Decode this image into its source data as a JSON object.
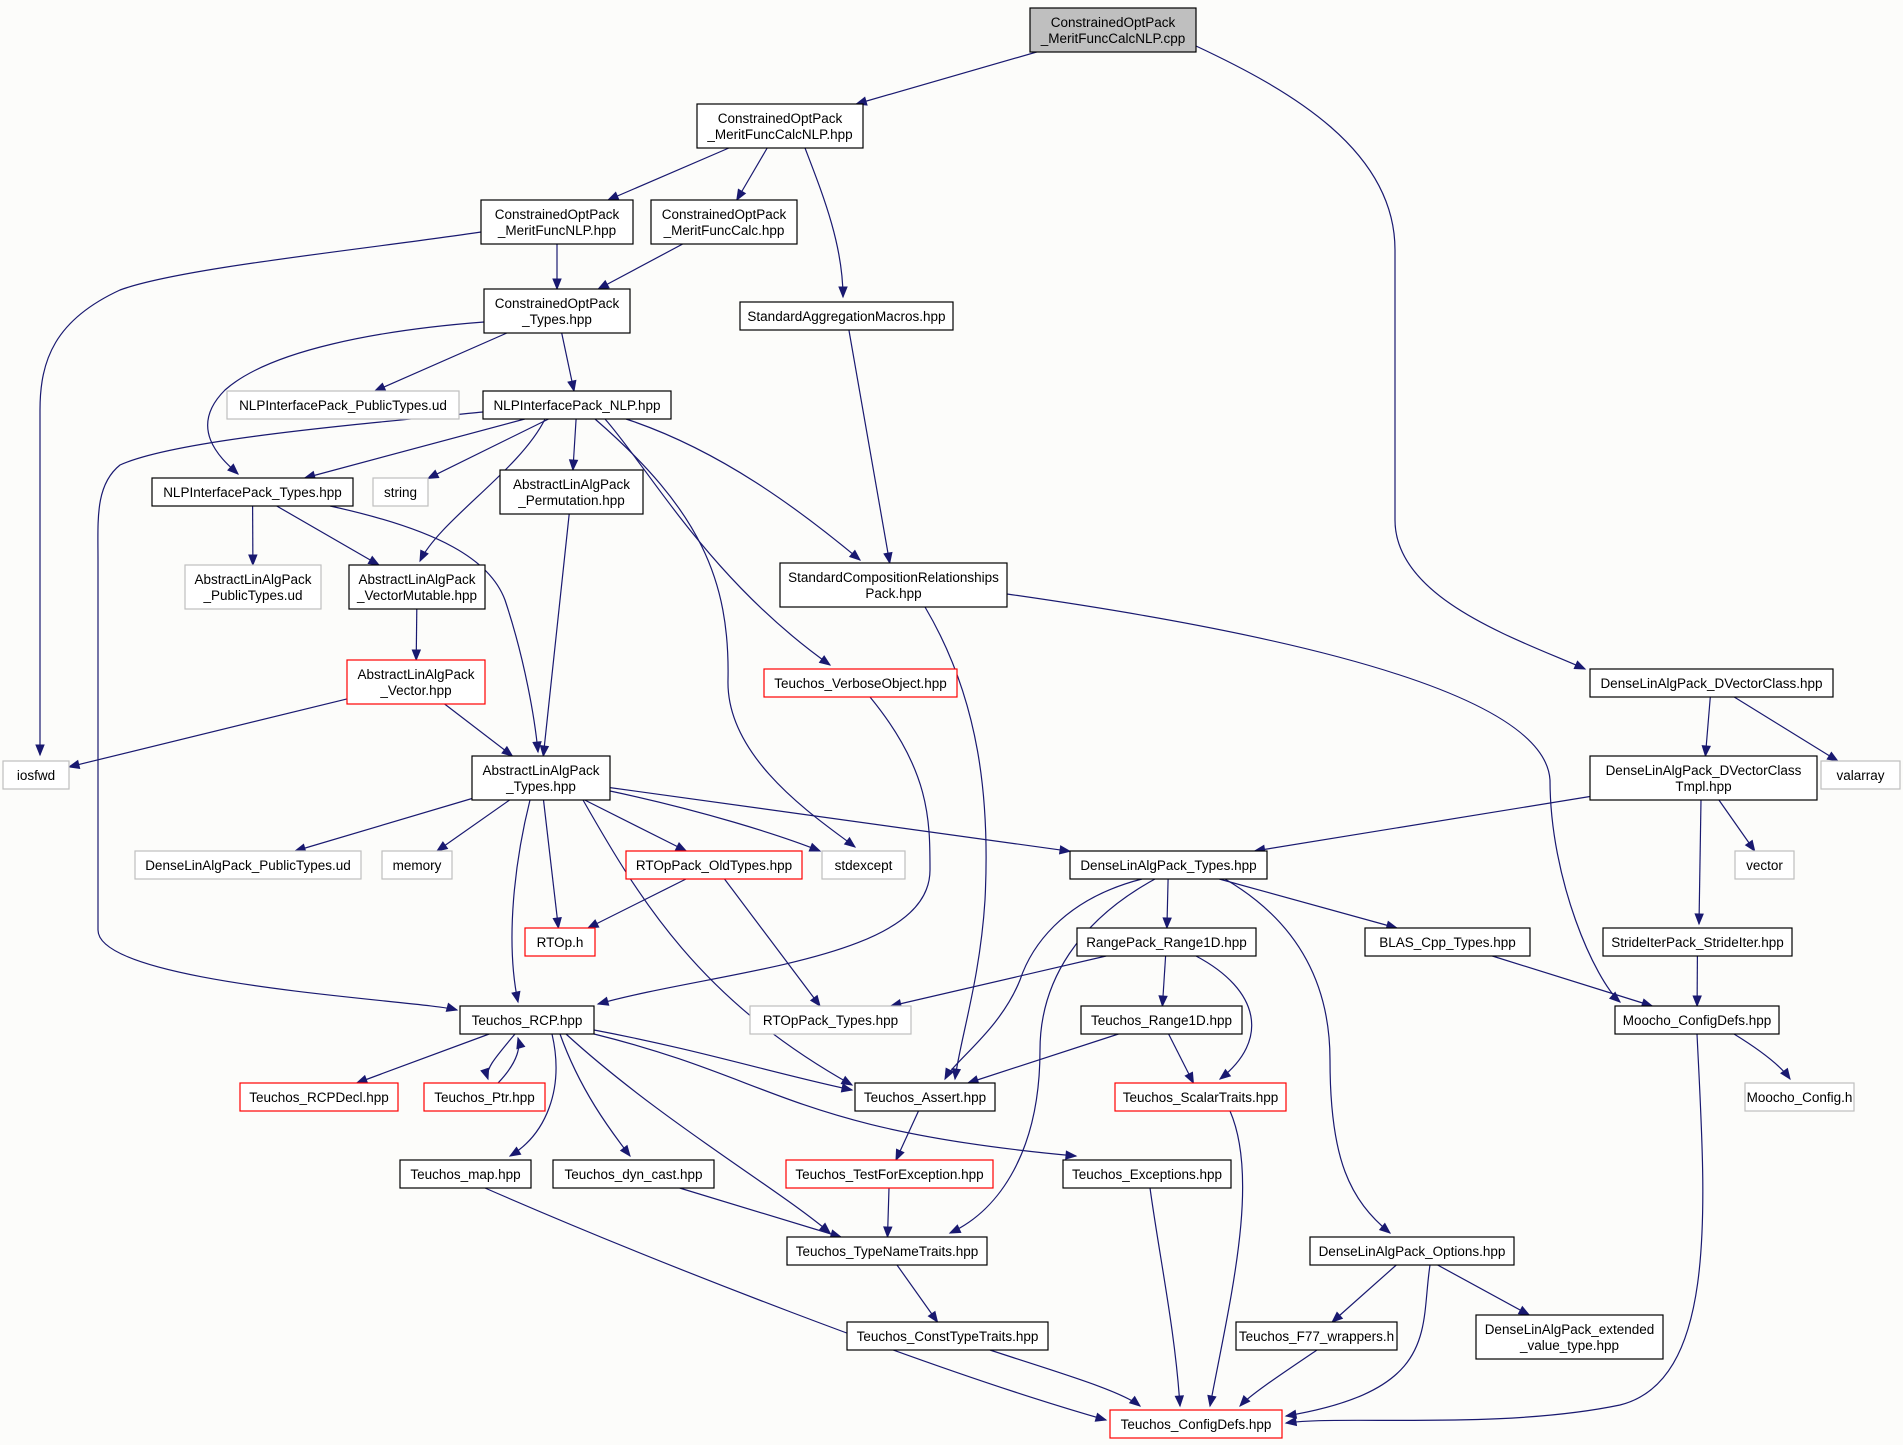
{
  "diagram": {
    "colors": {
      "background": "#fcfcfa",
      "edge": "#191970",
      "node_normal_border": "#000000",
      "node_truncated_border": "#ff0000",
      "node_undocumented_border": "#bfbfbf",
      "node_root_fill": "#bfbfbf",
      "node_fill": "#ffffff"
    },
    "nodes": [
      {
        "id": "root",
        "lines": [
          "ConstrainedOptPack",
          "_MeritFuncCalcNLP.cpp"
        ],
        "style": "root"
      },
      {
        "id": "mfcnlp",
        "lines": [
          "ConstrainedOptPack",
          "_MeritFuncCalcNLP.hpp"
        ],
        "style": "normal"
      },
      {
        "id": "mfnlp",
        "lines": [
          "ConstrainedOptPack",
          "_MeritFuncNLP.hpp"
        ],
        "style": "normal"
      },
      {
        "id": "mfc",
        "lines": [
          "ConstrainedOptPack",
          "_MeritFuncCalc.hpp"
        ],
        "style": "normal"
      },
      {
        "id": "cotypes",
        "lines": [
          "ConstrainedOptPack",
          "_Types.hpp"
        ],
        "style": "normal"
      },
      {
        "id": "sam",
        "lines": [
          "StandardAggregationMacros.hpp"
        ],
        "style": "normal"
      },
      {
        "id": "nlpput",
        "lines": [
          "NLPInterfacePack_PublicTypes.ud"
        ],
        "style": "gray"
      },
      {
        "id": "nlpnlp",
        "lines": [
          "NLPInterfacePack_NLP.hpp"
        ],
        "style": "normal"
      },
      {
        "id": "nlptypes",
        "lines": [
          "NLPInterfacePack_Types.hpp"
        ],
        "style": "normal"
      },
      {
        "id": "string",
        "lines": [
          "string"
        ],
        "style": "gray"
      },
      {
        "id": "alaperm",
        "lines": [
          "AbstractLinAlgPack",
          "_Permutation.hpp"
        ],
        "style": "normal"
      },
      {
        "id": "scrp",
        "lines": [
          "StandardCompositionRelationships",
          "Pack.hpp"
        ],
        "style": "normal"
      },
      {
        "id": "alaput",
        "lines": [
          "AbstractLinAlgPack",
          "_PublicTypes.ud"
        ],
        "style": "gray"
      },
      {
        "id": "alavm",
        "lines": [
          "AbstractLinAlgPack",
          "_VectorMutable.hpp"
        ],
        "style": "normal"
      },
      {
        "id": "tvo",
        "lines": [
          "Teuchos_VerboseObject.hpp"
        ],
        "style": "red"
      },
      {
        "id": "dvc",
        "lines": [
          "DenseLinAlgPack_DVectorClass.hpp"
        ],
        "style": "normal"
      },
      {
        "id": "alavec",
        "lines": [
          "AbstractLinAlgPack",
          "_Vector.hpp"
        ],
        "style": "red"
      },
      {
        "id": "iosfwd",
        "lines": [
          "iosfwd"
        ],
        "style": "gray"
      },
      {
        "id": "alatypes",
        "lines": [
          "AbstractLinAlgPack",
          "_Types.hpp"
        ],
        "style": "normal"
      },
      {
        "id": "dvct",
        "lines": [
          "DenseLinAlgPack_DVectorClass",
          "Tmpl.hpp"
        ],
        "style": "normal"
      },
      {
        "id": "valarray",
        "lines": [
          "valarray"
        ],
        "style": "gray"
      },
      {
        "id": "dlaput",
        "lines": [
          "DenseLinAlgPack_PublicTypes.ud"
        ],
        "style": "gray"
      },
      {
        "id": "memory",
        "lines": [
          "memory"
        ],
        "style": "gray"
      },
      {
        "id": "rtopold",
        "lines": [
          "RTOpPack_OldTypes.hpp"
        ],
        "style": "red"
      },
      {
        "id": "stdexcept",
        "lines": [
          "stdexcept"
        ],
        "style": "gray"
      },
      {
        "id": "dlatypes",
        "lines": [
          "DenseLinAlgPack_Types.hpp"
        ],
        "style": "normal"
      },
      {
        "id": "vector",
        "lines": [
          "vector"
        ],
        "style": "gray"
      },
      {
        "id": "rtoph",
        "lines": [
          "RTOp.h"
        ],
        "style": "red"
      },
      {
        "id": "rr1d",
        "lines": [
          "RangePack_Range1D.hpp"
        ],
        "style": "normal"
      },
      {
        "id": "blas",
        "lines": [
          "BLAS_Cpp_Types.hpp"
        ],
        "style": "normal"
      },
      {
        "id": "sit",
        "lines": [
          "StrideIterPack_StrideIter.hpp"
        ],
        "style": "normal"
      },
      {
        "id": "trcp",
        "lines": [
          "Teuchos_RCP.hpp"
        ],
        "style": "normal"
      },
      {
        "id": "rtoptypes",
        "lines": [
          "RTOpPack_Types.hpp"
        ],
        "style": "gray"
      },
      {
        "id": "tr1d",
        "lines": [
          "Teuchos_Range1D.hpp"
        ],
        "style": "normal"
      },
      {
        "id": "mcd",
        "lines": [
          "Moocho_ConfigDefs.hpp"
        ],
        "style": "normal"
      },
      {
        "id": "rcpdecl",
        "lines": [
          "Teuchos_RCPDecl.hpp"
        ],
        "style": "red"
      },
      {
        "id": "tptr",
        "lines": [
          "Teuchos_Ptr.hpp"
        ],
        "style": "red"
      },
      {
        "id": "tassert",
        "lines": [
          "Teuchos_Assert.hpp"
        ],
        "style": "normal"
      },
      {
        "id": "tst",
        "lines": [
          "Teuchos_ScalarTraits.hpp"
        ],
        "style": "red"
      },
      {
        "id": "mch",
        "lines": [
          "Moocho_Config.h"
        ],
        "style": "gray"
      },
      {
        "id": "tmap",
        "lines": [
          "Teuchos_map.hpp"
        ],
        "style": "normal"
      },
      {
        "id": "tdc",
        "lines": [
          "Teuchos_dyn_cast.hpp"
        ],
        "style": "normal"
      },
      {
        "id": "ttfe",
        "lines": [
          "Teuchos_TestForException.hpp"
        ],
        "style": "red"
      },
      {
        "id": "texc",
        "lines": [
          "Teuchos_Exceptions.hpp"
        ],
        "style": "normal"
      },
      {
        "id": "dlaopt",
        "lines": [
          "DenseLinAlgPack_Options.hpp"
        ],
        "style": "normal"
      },
      {
        "id": "ttnt",
        "lines": [
          "Teuchos_TypeNameTraits.hpp"
        ],
        "style": "normal"
      },
      {
        "id": "tf77",
        "lines": [
          "Teuchos_F77_wrappers.h"
        ],
        "style": "normal"
      },
      {
        "id": "dlaevt",
        "lines": [
          "DenseLinAlgPack_extended",
          "_value_type.hpp"
        ],
        "style": "normal"
      },
      {
        "id": "tctt",
        "lines": [
          "Teuchos_ConstTypeTraits.hpp"
        ],
        "style": "normal"
      },
      {
        "id": "tcd",
        "lines": [
          "Teuchos_ConfigDefs.hpp"
        ],
        "style": "red"
      }
    ],
    "edges": [
      [
        "root",
        "mfcnlp"
      ],
      [
        "root",
        "dvc"
      ],
      [
        "mfcnlp",
        "mfnlp"
      ],
      [
        "mfcnlp",
        "mfc"
      ],
      [
        "mfcnlp",
        "sam"
      ],
      [
        "mfnlp",
        "cotypes"
      ],
      [
        "mfnlp",
        "iosfwd"
      ],
      [
        "mfc",
        "cotypes"
      ],
      [
        "cotypes",
        "nlpput"
      ],
      [
        "cotypes",
        "nlpnlp"
      ],
      [
        "cotypes",
        "nlptypes"
      ],
      [
        "sam",
        "scrp"
      ],
      [
        "nlpnlp",
        "nlptypes"
      ],
      [
        "nlpnlp",
        "string"
      ],
      [
        "nlpnlp",
        "alaperm"
      ],
      [
        "nlpnlp",
        "alavm"
      ],
      [
        "nlpnlp",
        "scrp"
      ],
      [
        "nlpnlp",
        "tvo"
      ],
      [
        "nlpnlp",
        "stdexcept"
      ],
      [
        "nlpnlp",
        "trcp"
      ],
      [
        "nlptypes",
        "alaput"
      ],
      [
        "nlptypes",
        "alavm"
      ],
      [
        "nlptypes",
        "alatypes"
      ],
      [
        "alaperm",
        "alatypes"
      ],
      [
        "alavm",
        "alavec"
      ],
      [
        "alavec",
        "iosfwd"
      ],
      [
        "alavec",
        "alatypes"
      ],
      [
        "scrp",
        "tassert"
      ],
      [
        "scrp",
        "mcd"
      ],
      [
        "tvo",
        "trcp"
      ],
      [
        "dvc",
        "dvct"
      ],
      [
        "dvc",
        "valarray"
      ],
      [
        "dvct",
        "dlatypes"
      ],
      [
        "dvct",
        "vector"
      ],
      [
        "dvct",
        "sit"
      ],
      [
        "alatypes",
        "dlaput"
      ],
      [
        "alatypes",
        "memory"
      ],
      [
        "alatypes",
        "rtopold"
      ],
      [
        "alatypes",
        "stdexcept"
      ],
      [
        "alatypes",
        "dlatypes"
      ],
      [
        "alatypes",
        "rtoph"
      ],
      [
        "alatypes",
        "trcp"
      ],
      [
        "alatypes",
        "tassert"
      ],
      [
        "rtopold",
        "rtoph"
      ],
      [
        "rtopold",
        "rtoptypes"
      ],
      [
        "dlatypes",
        "rr1d"
      ],
      [
        "dlatypes",
        "blas"
      ],
      [
        "dlatypes",
        "tassert"
      ],
      [
        "dlatypes",
        "ttnt"
      ],
      [
        "dlatypes",
        "dlaopt"
      ],
      [
        "rr1d",
        "rtoptypes"
      ],
      [
        "rr1d",
        "tr1d"
      ],
      [
        "rr1d",
        "tst"
      ],
      [
        "blas",
        "mcd"
      ],
      [
        "sit",
        "mcd"
      ],
      [
        "tr1d",
        "tassert"
      ],
      [
        "tr1d",
        "tst"
      ],
      [
        "mcd",
        "mch"
      ],
      [
        "mcd",
        "tcd"
      ],
      [
        "trcp",
        "rcpdecl"
      ],
      [
        "trcp",
        "tptr"
      ],
      [
        "trcp",
        "tassert"
      ],
      [
        "trcp",
        "tmap"
      ],
      [
        "trcp",
        "tdc"
      ],
      [
        "trcp",
        "ttnt"
      ],
      [
        "trcp",
        "texc"
      ],
      [
        "tptr",
        "trcp"
      ],
      [
        "tassert",
        "ttfe"
      ],
      [
        "tst",
        "tcd"
      ],
      [
        "tmap",
        "tcd"
      ],
      [
        "tdc",
        "ttnt"
      ],
      [
        "ttfe",
        "ttnt"
      ],
      [
        "texc",
        "tcd"
      ],
      [
        "dlaopt",
        "tf77"
      ],
      [
        "dlaopt",
        "dlaevt"
      ],
      [
        "dlaopt",
        "tcd"
      ],
      [
        "ttnt",
        "tctt"
      ],
      [
        "tf77",
        "tcd"
      ],
      [
        "tctt",
        "tcd"
      ]
    ]
  }
}
